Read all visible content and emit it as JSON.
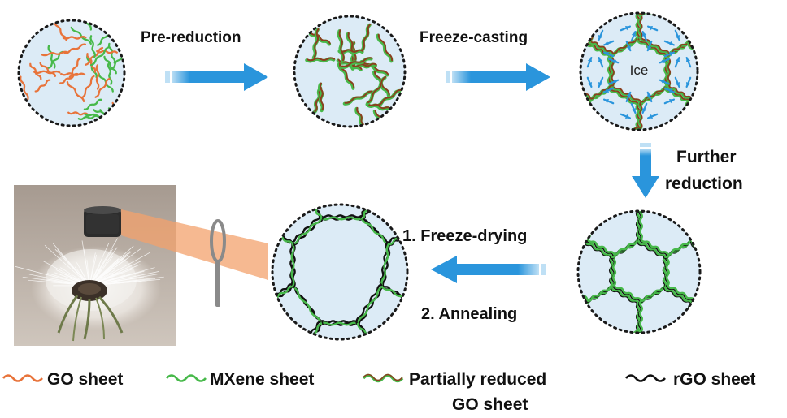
{
  "steps": {
    "pre_reduction": "Pre-reduction",
    "freeze_casting": "Freeze-casting",
    "further_reduction_line1": "Further",
    "further_reduction_line2": "reduction",
    "freeze_drying": "1. Freeze-drying",
    "annealing": "2. Annealing"
  },
  "ice_label": "Ice",
  "legend": {
    "go": "GO sheet",
    "mxene": "MXene sheet",
    "partial_line1": "Partially reduced",
    "partial_line2": "GO sheet",
    "rgo": "rGO sheet"
  },
  "colors": {
    "go": "#e8733a",
    "mxene": "#47b94a",
    "partial": "#8b3f1f",
    "rgo": "#111111",
    "arrow": "#2a95dc",
    "circle_fill": "#dcebf6",
    "spotlight": "#f3a26c"
  },
  "photo": {
    "description_icon": "aerogel-on-dandelion-photo"
  },
  "icons": {
    "magnifier": "magnifying-glass-icon"
  }
}
